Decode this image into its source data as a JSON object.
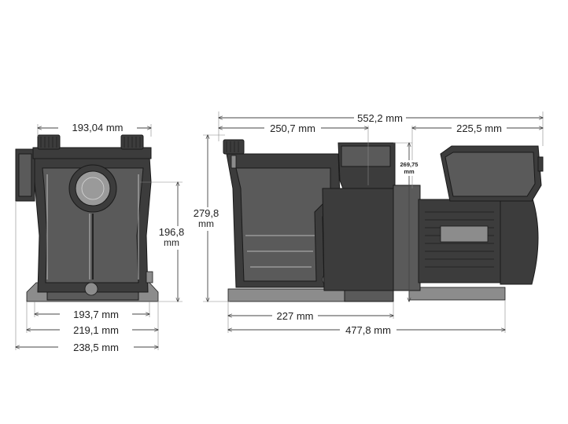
{
  "dimensions": {
    "front_top_width": "193,04 mm",
    "front_height_value": "196,8",
    "front_height_unit": "mm",
    "front_base_inner": "193,7 mm",
    "front_base_outer": "219,1 mm",
    "front_overall": "238,5 mm",
    "side_overall_length": "552,2 mm",
    "side_basket_length": "250,7 mm",
    "side_motor_length": "225,5 mm",
    "side_height_value": "279,8",
    "side_height_unit": "mm",
    "side_outlet_height_value": "269,75",
    "side_outlet_height_unit": "mm",
    "side_base_inner": "227 mm",
    "side_base_outer": "477,8 mm"
  },
  "colors": {
    "body": "#3c3c3c",
    "dimension_line": "#444444",
    "background": "#ffffff"
  }
}
